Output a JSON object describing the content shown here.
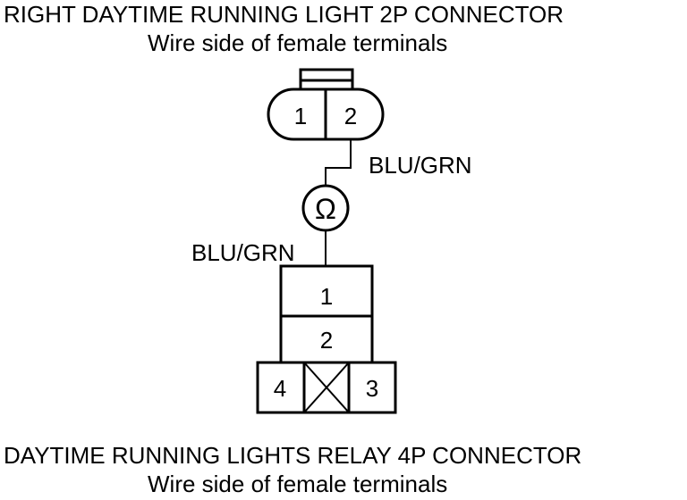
{
  "top_connector": {
    "title": "RIGHT DAYTIME RUNNING LIGHT 2P CONNECTOR",
    "subtitle": "Wire side of female terminals",
    "terminals": [
      "1",
      "2"
    ]
  },
  "bottom_connector": {
    "title": "DAYTIME RUNNING LIGHTS RELAY 4P CONNECTOR",
    "subtitle": "Wire side of female terminals",
    "terminals": {
      "t1": "1",
      "t2": "2",
      "t3": "3",
      "t4": "4"
    }
  },
  "wires": {
    "upper_label": "BLU/GRN",
    "lower_label": "BLU/GRN"
  },
  "meter": {
    "symbol": "Ω"
  }
}
